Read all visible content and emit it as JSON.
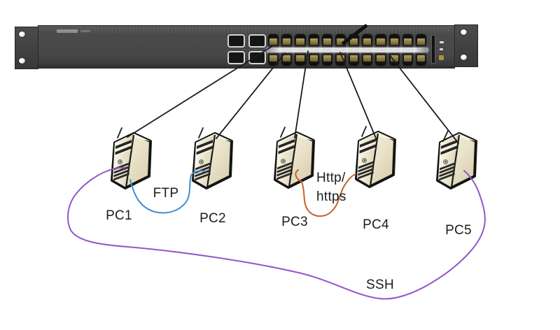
{
  "nodes": [
    {
      "id": "pc1",
      "label": "PC1"
    },
    {
      "id": "pc2",
      "label": "PC2"
    },
    {
      "id": "pc3",
      "label": "PC3"
    },
    {
      "id": "pc4",
      "label": "PC4"
    },
    {
      "id": "pc5",
      "label": "PC5"
    }
  ],
  "switch": {
    "kind": "rack-mount ethernet switch",
    "rj45_port_columns": 12,
    "sfp_ports": 4
  },
  "uplinks": {
    "count": 5,
    "color": "#1c1c1c",
    "links": [
      "switch-PC1",
      "switch-PC2",
      "switch-PC3",
      "switch-PC4",
      "switch-PC5"
    ]
  },
  "connections": {
    "ftp": {
      "label": "FTP",
      "from": "PC1",
      "to": "PC2",
      "color": "#3e8ed0"
    },
    "http": {
      "label_line1": "Http/",
      "label_line2": "https",
      "from": "PC3",
      "to": "PC4",
      "color": "#c0652b"
    },
    "ssh": {
      "label": "SSH",
      "from": "PC1",
      "to": "PC5",
      "color": "#9355cb"
    }
  }
}
